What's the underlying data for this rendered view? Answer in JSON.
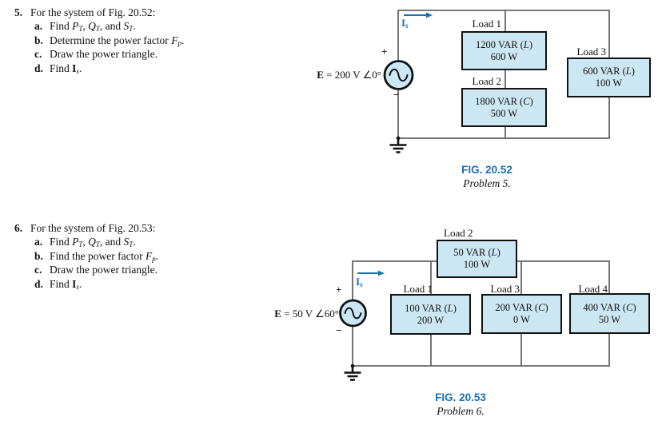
{
  "colors": {
    "ink": "#111111",
    "wire": "#666666",
    "blue": "#1a6fb8",
    "load-fill": "#cce7f4"
  },
  "problems": [
    {
      "number": "5.",
      "intro": "For the system of Fig. 20.52:",
      "items": [
        {
          "letter": "a.",
          "text_html": "Find <i>P</i><sub><i>T</i></sub>, <i>Q</i><sub><i>T</i></sub>, and <i>S</i><sub><i>T</i></sub>."
        },
        {
          "letter": "b.",
          "text_html": "Determine the power factor <i>F</i><sub><i>p</i></sub>."
        },
        {
          "letter": "c.",
          "text_html": "Draw the power triangle."
        },
        {
          "letter": "d.",
          "text_html": "Find <b>I</b><sub><i>s</i></sub>."
        }
      ]
    },
    {
      "number": "6.",
      "intro": "For the system of Fig. 20.53:",
      "items": [
        {
          "letter": "a.",
          "text_html": "Find <i>P</i><sub><i>T</i></sub>, <i>Q</i><sub><i>T</i></sub>, and <i>S</i><sub><i>T</i></sub>."
        },
        {
          "letter": "b.",
          "text_html": "Find the power factor <i>F</i><sub><i>p</i></sub>."
        },
        {
          "letter": "c.",
          "text_html": "Draw the power triangle."
        },
        {
          "letter": "d.",
          "text_html": "Find <b>I</b><sub><i>s</i></sub>."
        }
      ]
    }
  ],
  "figures": [
    {
      "caption": "FIG. 20.52",
      "subcaption": "Problem 5.",
      "source_label_html": "<b>E</b> = 200 V ∠0°",
      "current_label_html": "<b>I</b><sub><i>s</i></sub>",
      "plus": "+",
      "minus": "−",
      "loads": [
        {
          "name": "Load 1",
          "line1_html": "1200 VAR (<i>L</i>)",
          "line2": "600 W"
        },
        {
          "name": "Load 2",
          "line1_html": "1800 VAR (<i>C</i>)",
          "line2": "500 W"
        },
        {
          "name": "Load 3",
          "line1_html": "600 VAR (<i>L</i>)",
          "line2": "100 W"
        }
      ]
    },
    {
      "caption": "FIG. 20.53",
      "subcaption": "Problem 6.",
      "source_label_html": "<b>E</b> = 50 V ∠60°",
      "current_label_html": "<b>I</b><sub><i>s</i></sub>",
      "plus": "+",
      "minus": "−",
      "loads": [
        {
          "name": "Load 1",
          "line1_html": "100 VAR (<i>L</i>)",
          "line2": "200 W"
        },
        {
          "name": "Load 2",
          "line1_html": "50 VAR (<i>L</i>)",
          "line2": "100 W"
        },
        {
          "name": "Load 3",
          "line1_html": "200 VAR (<i>C</i>)",
          "line2": "0 W"
        },
        {
          "name": "Load 4",
          "line1_html": "400 VAR (<i>C</i>)",
          "line2": "50 W"
        }
      ]
    }
  ]
}
